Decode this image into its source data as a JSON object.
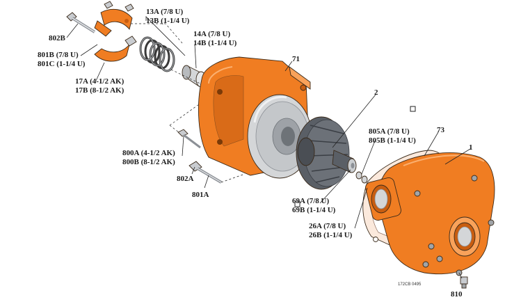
{
  "labels": {
    "l802b": "802B",
    "l13a": "13A (7/8 U)",
    "l13b": "13B (1-1/4 U)",
    "l14a": "14A (7/8 U)",
    "l14b": "14B (1-1/4 U)",
    "l801b": "801B (7/8 U)",
    "l801c": "801C (1-1/4 U)",
    "l71": "71",
    "l17a": "17A (4-1/2 AK)",
    "l17b": "17B (8-1/2 AK)",
    "l2": "2",
    "l805a": "805A (7/8 U)",
    "l805b": "805B (1-1/4 U)",
    "l73": "73",
    "l1": "1",
    "l800a": "800A (4-1/2 AK)",
    "l800b": "800B (8-1/2 AK)",
    "l802a": "802A",
    "l801a": "801A",
    "l69a": "69A (7/8 U)",
    "l69b": "69B (1-1/4 U)",
    "l26a": "26A (7/8 U)",
    "l26b": "26B (1-1/4 U)",
    "l810": "810",
    "drawing_code": "172CB 0495"
  },
  "colors": {
    "orange": "#f07d22",
    "orange_dark": "#c85d10",
    "orange_light": "#f9a25a",
    "steel": "#d4d6d8",
    "steel_dark": "#8c9096",
    "impeller": "#5a5f66",
    "gasket": "#fbe9dc"
  }
}
